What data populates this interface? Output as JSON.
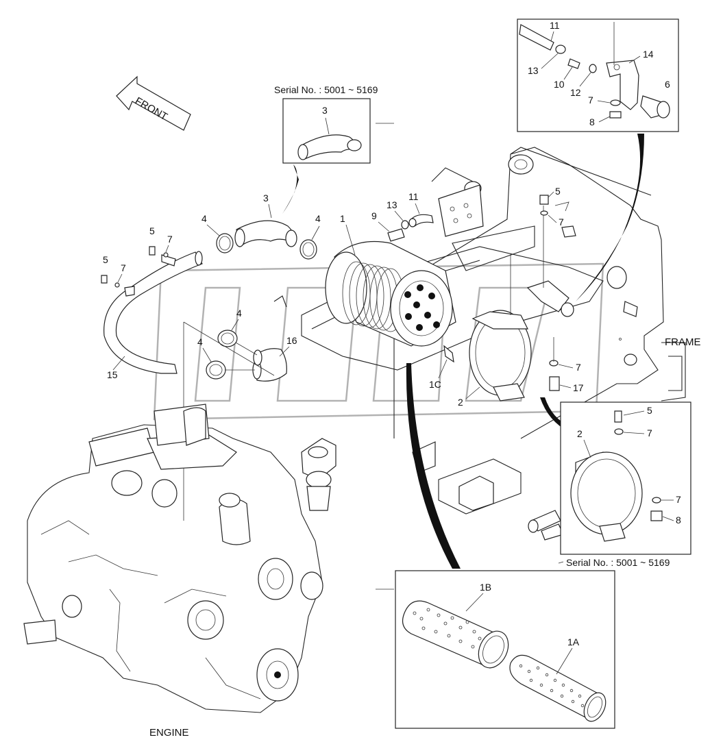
{
  "labels": {
    "front": "FRONT",
    "frame": "FRAME",
    "engine": "ENGINE",
    "serial_top": "Serial No. : 5001 ~ 5169",
    "serial_bottom": "Serial No. : 5001 ~ 5169"
  },
  "callouts": {
    "c1": "1",
    "c1a": "1A",
    "c1b": "1B",
    "c1c": "1C",
    "c2_main": "2",
    "c2_inset": "2",
    "c3_main": "3",
    "c3_inset": "3",
    "c4_a": "4",
    "c4_b": "4",
    "c4_c": "4",
    "c4_d": "4",
    "c5_a": "5",
    "c5_b": "5",
    "c5_c": "5",
    "c5_inset": "5",
    "c6": "6",
    "c7_a": "7",
    "c7_b": "7",
    "c7_c": "7",
    "c7_d": "7",
    "c7_inset_a": "7",
    "c7_inset_b": "7",
    "c7_tr": "7",
    "c8_tr": "8",
    "c8_inset": "8",
    "c9": "9",
    "c10": "10",
    "c11_main": "11",
    "c11_tr": "11",
    "c12": "12",
    "c13_main": "13",
    "c13_tr": "13",
    "c14": "14",
    "c15": "15",
    "c16": "16",
    "c17": "17"
  },
  "watermark": "OREX"
}
